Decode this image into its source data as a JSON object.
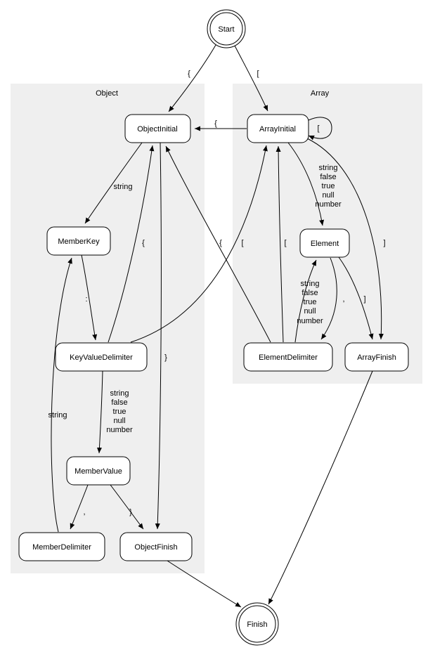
{
  "diagram": {
    "clusters": {
      "object": {
        "label": "Object"
      },
      "array": {
        "label": "Array"
      }
    },
    "nodes": {
      "start": "Start",
      "object_initial": "ObjectInitial",
      "array_initial": "ArrayInitial",
      "member_key": "MemberKey",
      "element": "Element",
      "key_value_delimiter": "KeyValueDelimiter",
      "element_delimiter": "ElementDelimiter",
      "array_finish": "ArrayFinish",
      "member_value": "MemberValue",
      "member_delimiter": "MemberDelimiter",
      "object_finish": "ObjectFinish",
      "finish": "Finish"
    },
    "edges": {
      "start_to_object_initial": {
        "label": "{"
      },
      "start_to_array_initial": {
        "label": "["
      },
      "array_initial_to_object_initial": {
        "label": "{"
      },
      "array_initial_self_loop": {
        "label": "["
      },
      "object_initial_to_member_key": {
        "label": "string"
      },
      "object_initial_to_object_finish": {
        "label": "}"
      },
      "member_key_to_key_value_delimiter": {
        "label": ":"
      },
      "key_value_delimiter_to_object_initial": {
        "label": "{"
      },
      "key_value_delimiter_to_array_initial": {
        "label": "["
      },
      "key_value_delimiter_to_member_value": {
        "label_lines": [
          "string",
          "false",
          "true",
          "null",
          "number"
        ]
      },
      "member_delimiter_to_member_key": {
        "label": "string"
      },
      "member_value_to_member_delimiter": {
        "label": ","
      },
      "member_value_to_object_finish": {
        "label": "}"
      },
      "array_initial_to_element": {
        "label_lines": [
          "string",
          "false",
          "true",
          "null",
          "number"
        ]
      },
      "array_initial_to_array_finish": {
        "label": "]"
      },
      "element_delimiter_to_element": {
        "label_lines": [
          "string",
          "false",
          "true",
          "null",
          "number"
        ]
      },
      "element_to_element_delimiter": {
        "label": ","
      },
      "element_to_array_finish": {
        "label": "]"
      },
      "element_delimiter_to_object_initial": {
        "label": "{"
      },
      "element_delimiter_to_array_initial": {
        "label": "["
      }
    },
    "colors": {
      "cluster_background": "#efefef",
      "node_fill": "#ffffff",
      "line": "#000000",
      "text": "#000000",
      "page_background": "#ffffff"
    }
  }
}
